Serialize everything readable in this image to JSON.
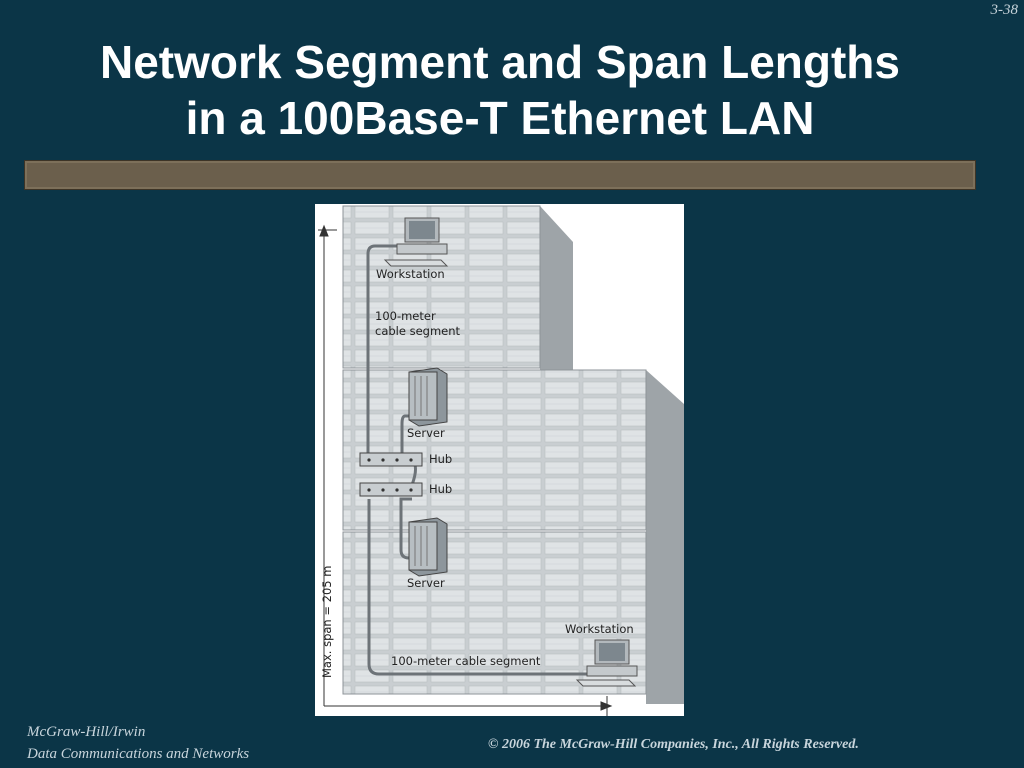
{
  "slide_number": "3-38",
  "title": {
    "line1": "Network Segment and Span Lengths",
    "line2": "in a 100Base-T Ethernet LAN"
  },
  "diagram": {
    "top_workstation_label": "Workstation",
    "top_segment_line1": "100-meter",
    "top_segment_line2": "cable segment",
    "server1_label": "Server",
    "hub1_label": "Hub",
    "hub2_label": "Hub",
    "server2_label": "Server",
    "bottom_workstation_label": "Workstation",
    "bottom_segment_label": "100-meter cable segment",
    "max_span_label": "Max. span = 205 m"
  },
  "footer": {
    "publisher": "McGraw-Hill/Irwin",
    "book": "Data Communications and Networks",
    "copyright": "© 2006  The McGraw-Hill Companies, Inc., All Rights Reserved."
  }
}
